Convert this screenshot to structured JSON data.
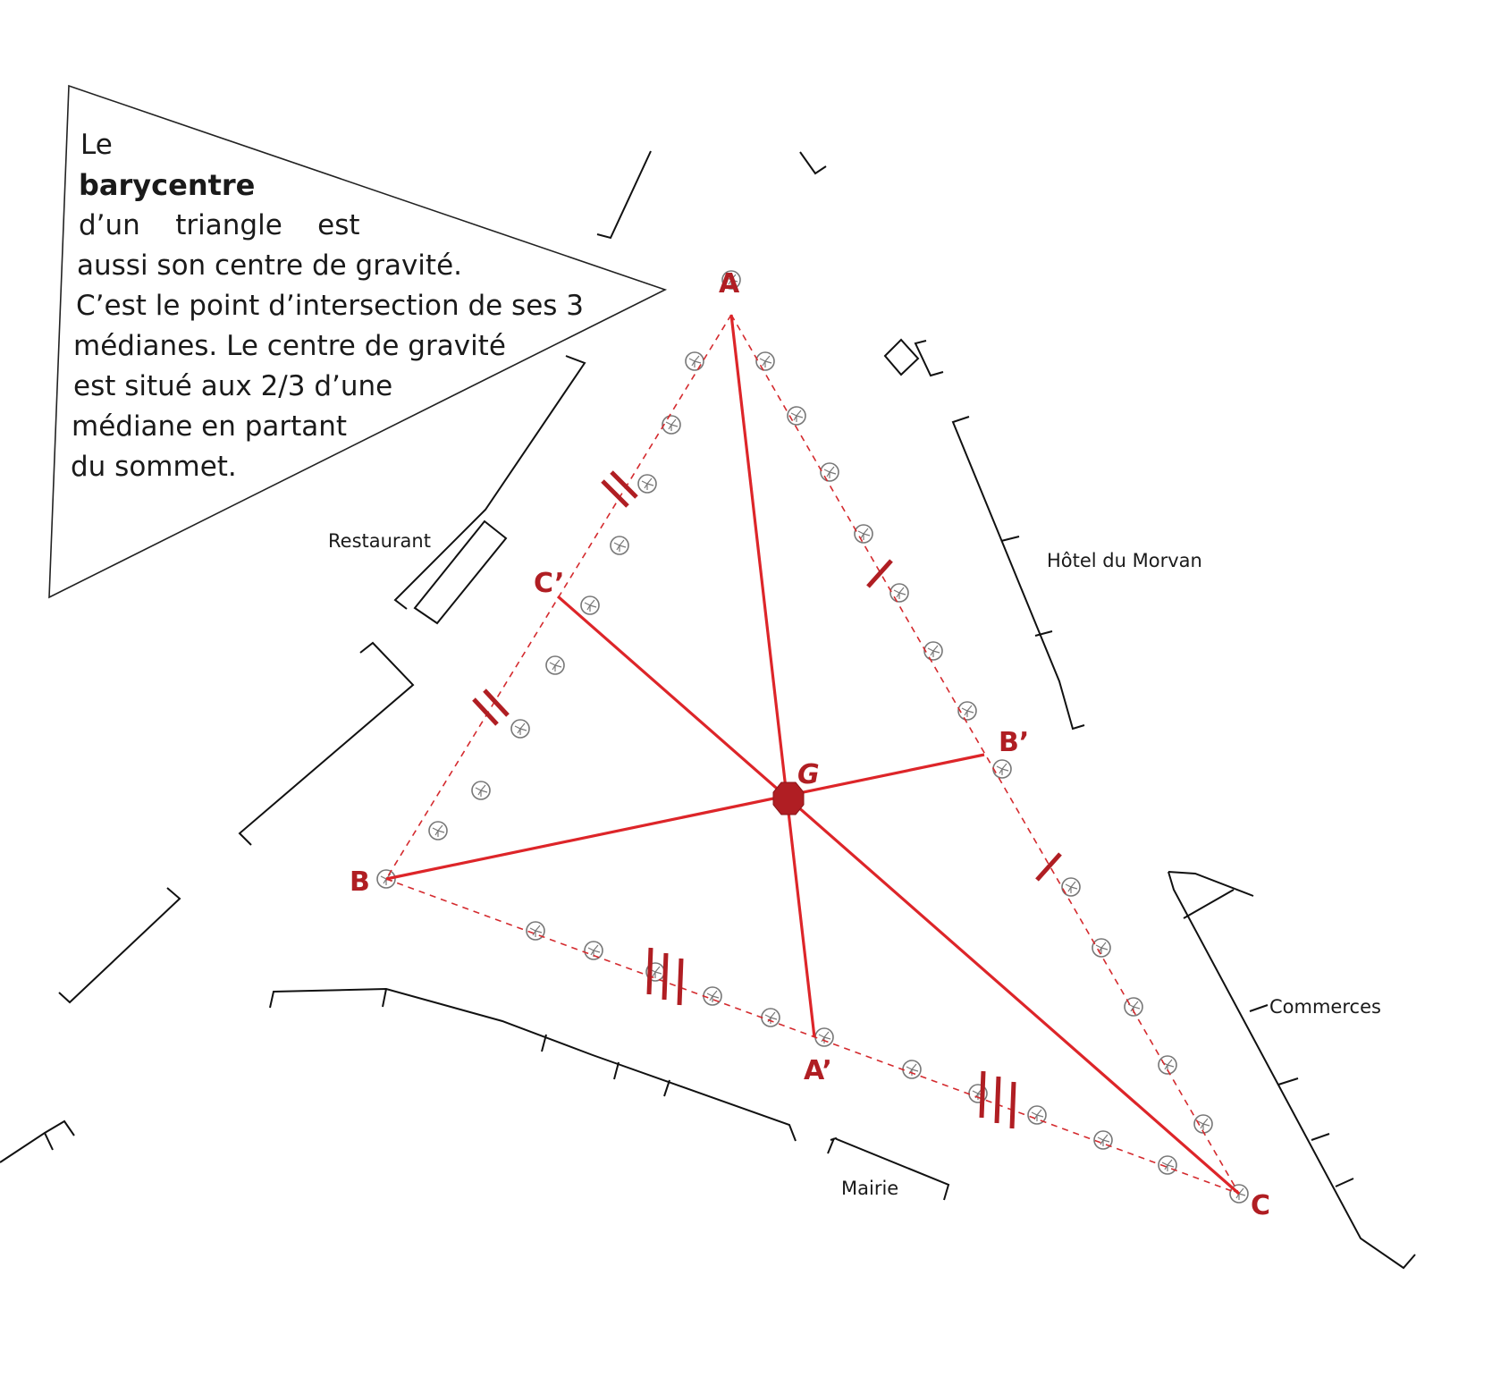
{
  "callout": {
    "line1": "Le",
    "line2": "barycentre",
    "line3": "d’un    triangle    est",
    "line4": "aussi son centre de gravité.",
    "line5": "C’est le point d’intersection de ses 3",
    "line6": "médianes. Le centre de gravité",
    "line7": "est situé aux 2/3 d’une",
    "line8": "médiane en partant",
    "line9": "du sommet."
  },
  "places": {
    "restaurant": "Restaurant",
    "hotel": "Hôtel du Morvan",
    "commerces": "Commerces",
    "mairie": "Mairie"
  },
  "points": {
    "A": "A",
    "B": "B",
    "C": "C",
    "A_prime": "A’",
    "B_prime": "B’",
    "C_prime": "C’",
    "G": "G"
  },
  "colors": {
    "accent": "#dd2529",
    "label": "#b01e23",
    "centroid": "#b01e23",
    "buildings": "#111111",
    "trees": "#777777"
  },
  "icons": {
    "tree": "tree-icon",
    "centroid": "centroid-marker"
  }
}
